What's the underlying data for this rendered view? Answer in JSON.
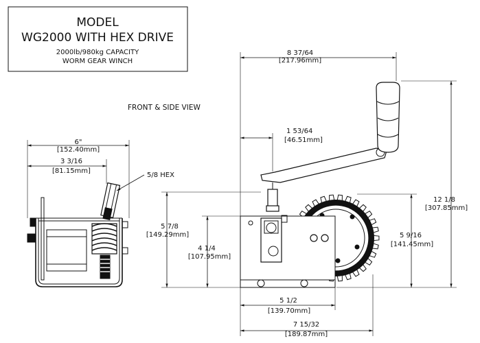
{
  "title_block": {
    "line1": "MODEL",
    "line2": "WG2000 WITH HEX DRIVE",
    "line3": "2000lb/980kg CAPACITY",
    "line4": "WORM GEAR WINCH"
  },
  "view_label": "FRONT & SIDE VIEW",
  "callouts": {
    "hex": "5/8 HEX"
  },
  "dimensions": {
    "side_width": {
      "imperial": "6\"",
      "metric": "[152.40mm]"
    },
    "side_offset": {
      "imperial": "3 3/16",
      "metric": "[81.15mm]"
    },
    "overall_top": {
      "imperial": "8 37/64",
      "metric": "[217.96mm]"
    },
    "handle_offset": {
      "imperial": "1 53/64",
      "metric": "[46.51mm]"
    },
    "overall_height": {
      "imperial": "12 1/8",
      "metric": "[307.85mm]"
    },
    "left_height": {
      "imperial": "5 7/8",
      "metric": "[149.29mm]"
    },
    "base_height": {
      "imperial": "4 1/4",
      "metric": "[107.95mm]"
    },
    "gear_height": {
      "imperial": "5 9/16",
      "metric": "[141.45mm]"
    },
    "base_width": {
      "imperial": "5 1/2",
      "metric": "[139.70mm]"
    },
    "overall_width": {
      "imperial": "7 15/32",
      "metric": "[189.87mm]"
    }
  },
  "colors": {
    "ink": "#111111",
    "paper": "#ffffff"
  }
}
